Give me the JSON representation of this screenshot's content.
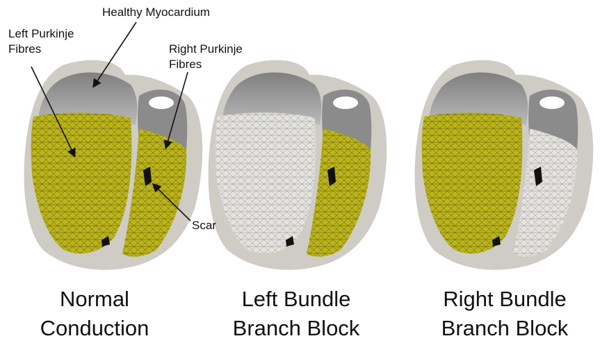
{
  "annotations": {
    "healthy_myocardium": "Healthy Myocardium",
    "left_purkinje": [
      "Left Purkinje",
      "Fibres"
    ],
    "right_purkinje": [
      "Right Purkinje",
      "Fibres"
    ],
    "scar": "Scar"
  },
  "panels": [
    {
      "id": "normal",
      "label_lines": [
        "Normal",
        "Conduction"
      ],
      "left_fibres_active": true,
      "right_fibres_active": true
    },
    {
      "id": "lbbb",
      "label_lines": [
        "Left Bundle",
        "Branch Block"
      ],
      "left_fibres_active": false,
      "right_fibres_active": true
    },
    {
      "id": "rbbb",
      "label_lines": [
        "Right Bundle",
        "Branch Block"
      ],
      "left_fibres_active": true,
      "right_fibres_active": false
    }
  ],
  "colors": {
    "purkinje_active": "#bcb51a",
    "purkinje_blocked": "#e4e3df",
    "myocardium": "#9c9c9c",
    "epicardium_shell": "#cfccc5",
    "scar": "#111111",
    "mesh_line": "#3a3a1a"
  }
}
